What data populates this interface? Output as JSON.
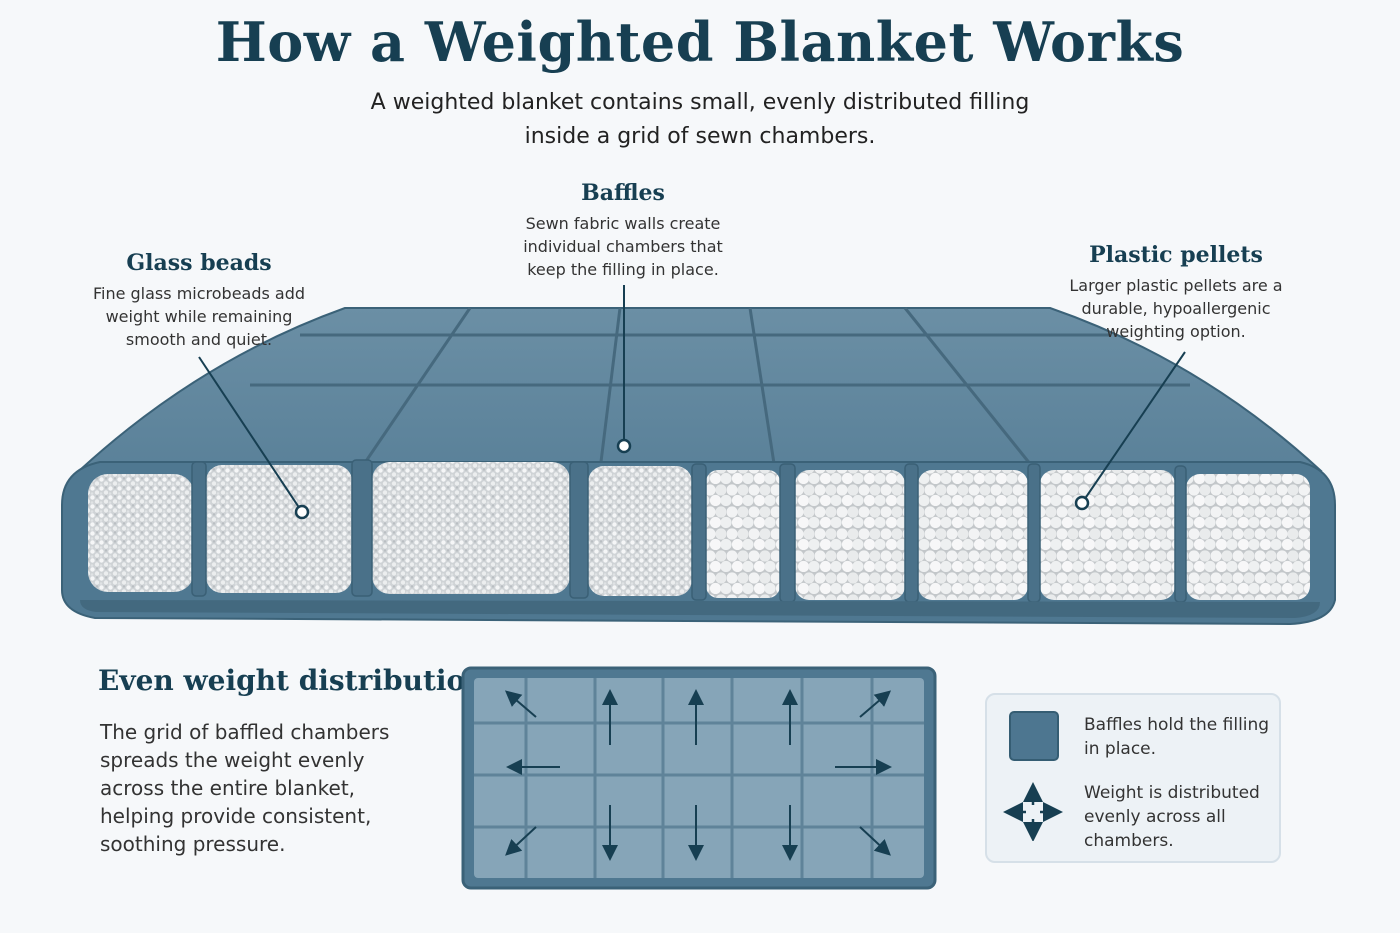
{
  "header": {
    "title": "How a Weighted Blanket Works",
    "subtitle": "A weighted blanket contains small, evenly distributed filling inside a grid of sewn chambers."
  },
  "callouts": {
    "glass_beads": {
      "title": "Glass beads",
      "body": "Fine glass microbeads add weight while remaining smooth and quiet."
    },
    "baffles": {
      "title": "Baffles",
      "body": "Sewn fabric walls create individual chambers that keep the filling in place."
    },
    "plastic_pellets": {
      "title": "Plastic pellets",
      "body": "Larger plastic pellets are a durable, hypoallergenic weighting option."
    }
  },
  "distribution": {
    "title": "Even weight distribution",
    "body": "The grid of baffled chambers spreads the weight evenly across the entire blanket, helping provide consistent, soothing pressure."
  },
  "legend": {
    "baffles_text": "Baffles hold the filling in place.",
    "weight_text": "Weight is distributed evenly across all chambers."
  },
  "colors": {
    "fabric": "#4f7891",
    "fabric_dark": "#3b6278",
    "title": "#173f52",
    "leader": "#173f52"
  },
  "icons": {
    "legend_swatch": "fabric-square-icon",
    "legend_arrows": "four-way-arrows-icon"
  }
}
